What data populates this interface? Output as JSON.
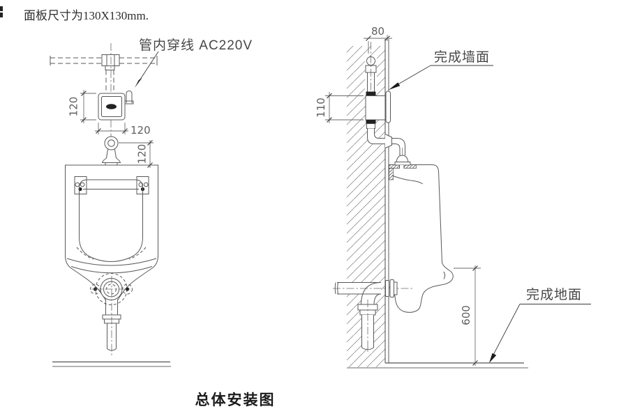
{
  "title": "总体安装图",
  "note": "面板尺寸为130X130mm.",
  "front_view": {
    "wiring_label": "管内穿线 AC220V",
    "dims": {
      "panel_height": "120",
      "panel_width": "120",
      "valve_to_rim": "120"
    }
  },
  "side_view": {
    "dims": {
      "pipe_to_wall": "80",
      "valve_box_height": "110",
      "rim_to_floor": "600"
    },
    "finished_wall_label": "完成墙面",
    "finished_floor_label": "完成地面"
  },
  "colors": {
    "line": "#585858",
    "dim": "#6a6a6a",
    "dim_text": "#5f5f5f",
    "hatch": "#949494",
    "label_text": "#474747",
    "arrow": "#1a1a1a",
    "title_text": "#1b1b1b",
    "background": "#ffffff"
  }
}
